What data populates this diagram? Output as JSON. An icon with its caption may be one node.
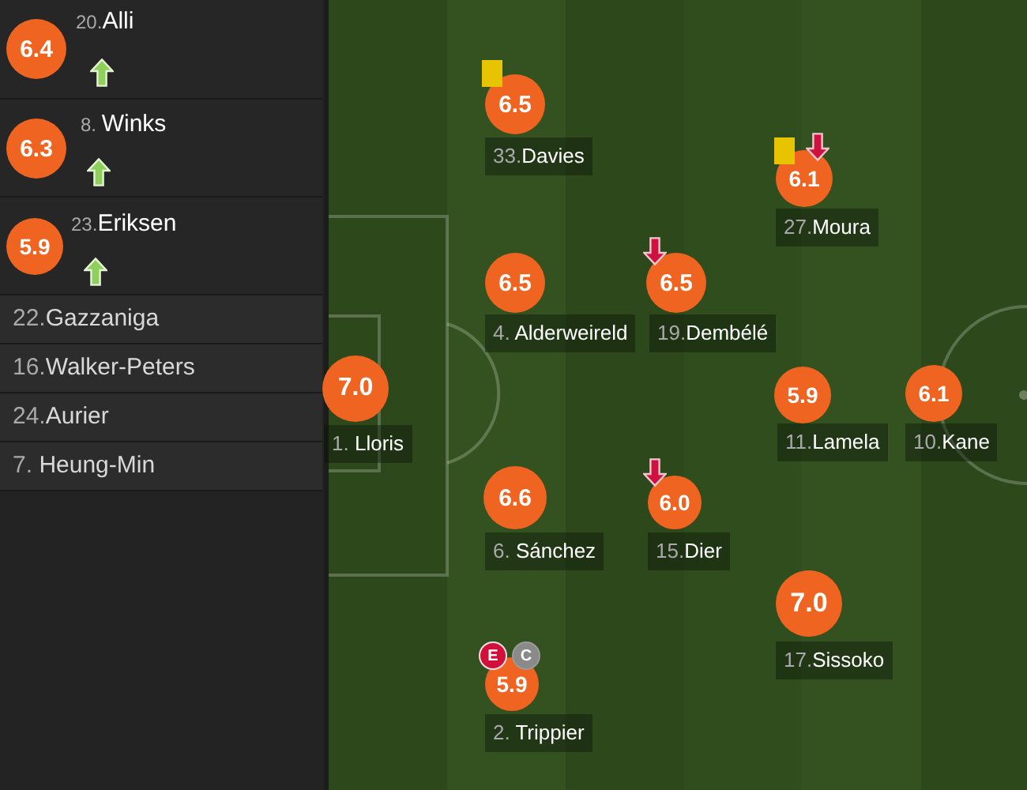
{
  "diagram": {
    "nodes": [
      {
        "text": [
          "20.Alli"
        ]
      },
      {
        "text": [
          "6.4"
        ],
        "in": 0
      },
      {
        "text": [
          "8. Winks"
        ]
      },
      {
        "text": [
          "6.3"
        ],
        "in": 2
      },
      {
        "text": [
          "23.Eriksen"
        ]
      },
      {
        "text": [
          "5.9"
        ],
        "in": 4
      },
      {
        "text": [
          "22.Gazzaniga"
        ]
      },
      {
        "text": [
          "16.Walker-Peters"
        ]
      },
      {
        "text": [
          "24.Aurier"
        ]
      },
      {
        "text": [
          "7. Heung-Min"
        ]
      },
      {
        "text": [
          "6.5"
        ]
      },
      {
        "text": [
          "33.Davies"
        ]
      },
      {
        "text": [
          "6.1"
        ]
      },
      {
        "text": [
          "27.Moura"
        ]
      },
      {
        "text": [
          "6.5"
        ]
      },
      {
        "text": [
          "4. Alderweireld"
        ]
      },
      {
        "text": [
          "6.5"
        ]
      },
      {
        "text": [
          "19.Dembélé"
        ]
      },
      {
        "text": [
          "7.0"
        ]
      },
      {
        "text": [
          "1. Lloris"
        ]
      },
      {
        "text": [
          "5.9"
        ]
      },
      {
        "text": [
          "11.Lamela"
        ]
      },
      {
        "text": [
          "6.1"
        ]
      },
      {
        "text": [
          "10.Kane"
        ]
      },
      {
        "text": [
          "6.6"
        ]
      },
      {
        "text": [
          "6. Sánchez"
        ]
      },
      {
        "text": [
          "6.0"
        ]
      },
      {
        "text": [
          "15.Dier"
        ]
      },
      {
        "text": [
          "7.0"
        ]
      },
      {
        "text": [
          "17.Sissoko"
        ]
      },
      {
        "text": [
          "E"
        ]
      },
      {
        "text": [
          "C"
        ]
      },
      {
        "text": [
          "5.9"
        ]
      },
      {
        "text": [
          "2. Trippier"
        ]
      }
    ]
  }
}
